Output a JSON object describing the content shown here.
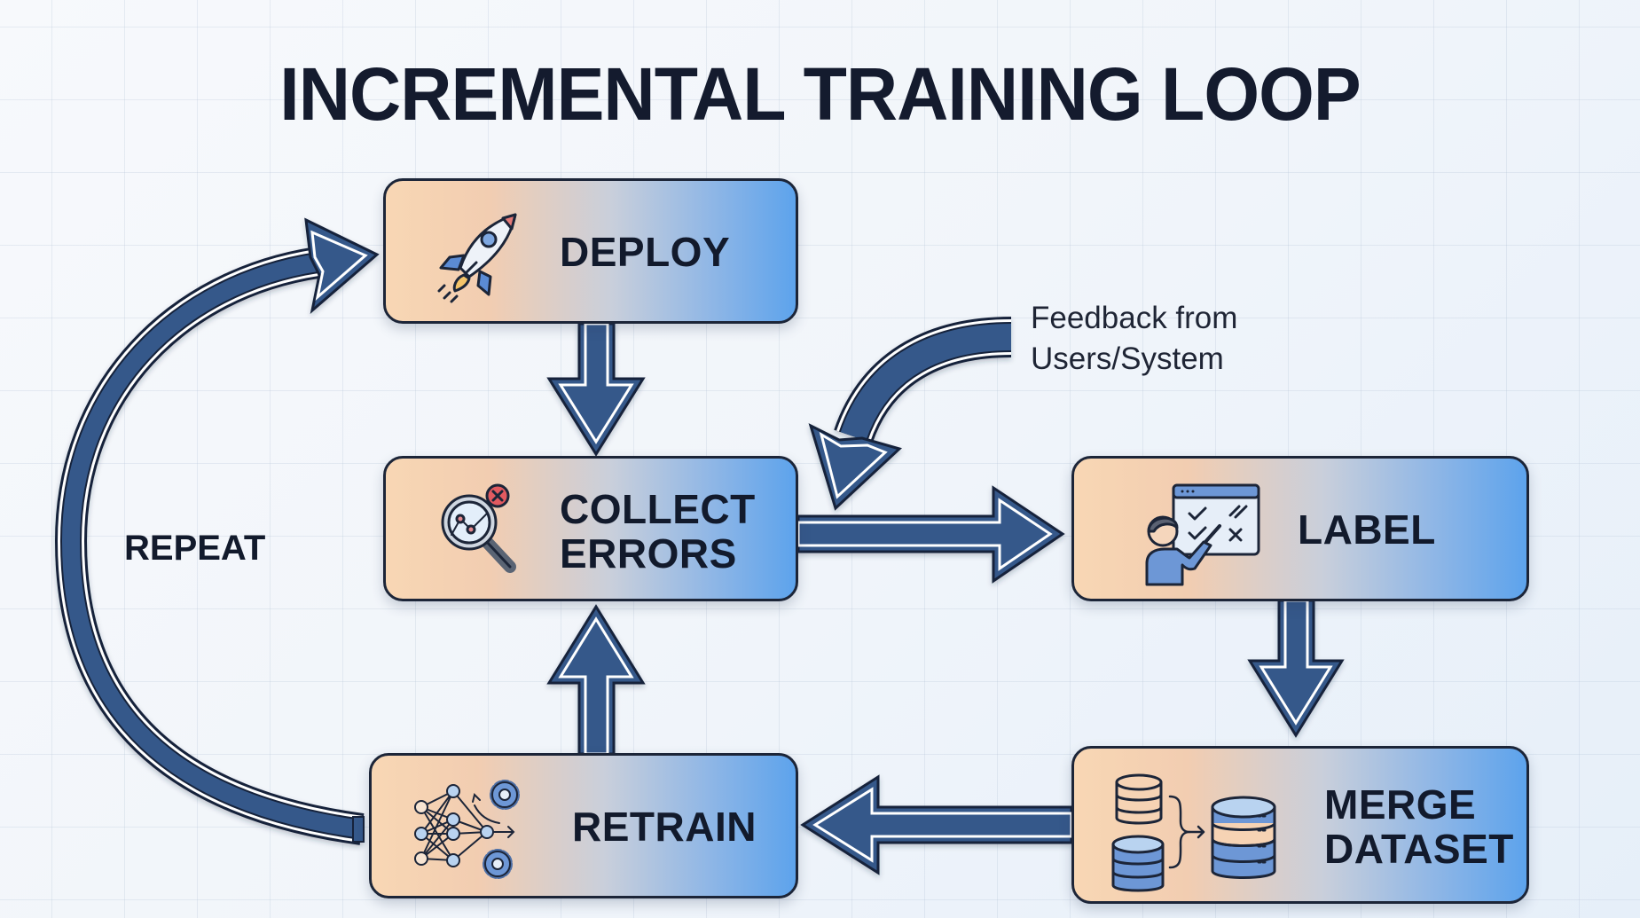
{
  "title": "INCREMENTAL TRAINING LOOP",
  "steps": {
    "deploy": {
      "label_lines": [
        "DEPLOY"
      ],
      "icon": "rocket-icon"
    },
    "collect_errors": {
      "label_lines": [
        "COLLECT",
        "ERRORS"
      ],
      "icon": "magnifier-error-icon"
    },
    "label": {
      "label_lines": [
        "LABEL"
      ],
      "icon": "person-annotating-icon"
    },
    "merge_dataset": {
      "label_lines": [
        "MERGE",
        "DATASET"
      ],
      "icon": "database-merge-icon"
    },
    "retrain": {
      "label_lines": [
        "RETRAIN"
      ],
      "icon": "neural-network-gears-icon"
    }
  },
  "annotations": {
    "repeat": "REPEAT",
    "feedback_lines": [
      "Feedback from",
      "Users/System"
    ]
  },
  "flow": [
    {
      "from": "DEPLOY",
      "to": "COLLECT ERRORS"
    },
    {
      "from": "Feedback from Users/System",
      "to": "COLLECT ERRORS"
    },
    {
      "from": "COLLECT ERRORS",
      "to": "LABEL"
    },
    {
      "from": "LABEL",
      "to": "MERGE DATASET"
    },
    {
      "from": "MERGE DATASET",
      "to": "RETRAIN"
    },
    {
      "from": "RETRAIN",
      "to": "COLLECT ERRORS"
    },
    {
      "from": "RETRAIN",
      "to": "DEPLOY",
      "label": "REPEAT"
    }
  ],
  "colors": {
    "arrow_fill": "#34598a",
    "arrow_outline": "#16233a",
    "text": "#121a2c",
    "box_warm": "#f8d7b4",
    "box_cool": "#5da3ec"
  }
}
